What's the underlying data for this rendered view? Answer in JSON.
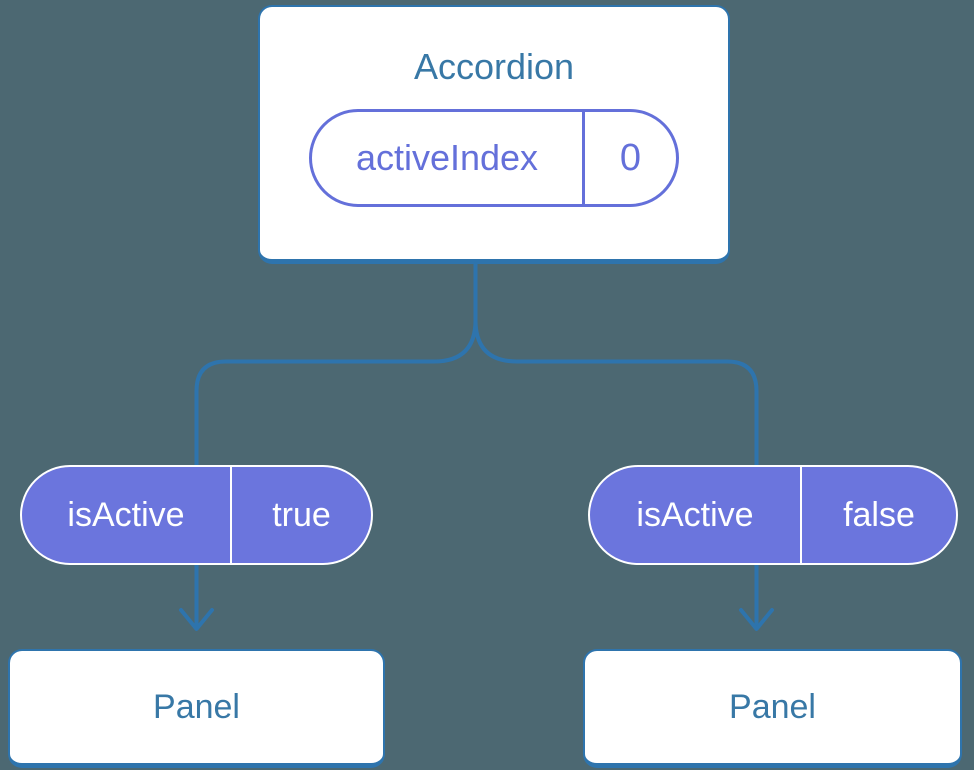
{
  "colors": {
    "bg": "#4C6872",
    "connector": "#2E74AD",
    "card-bg": "#FFFFFF",
    "card-border": "#2E74AD",
    "label-blue": "#3878A6",
    "state-purple": "#6470DA",
    "pill-purple": "#6B75DD",
    "pill-text": "#FFFFFF"
  },
  "tree": {
    "root": {
      "title": "Accordion",
      "state": {
        "name": "activeIndex",
        "value": "0"
      }
    },
    "children": [
      {
        "prop": {
          "name": "isActive",
          "value": "true"
        },
        "panel": {
          "title": "Panel"
        }
      },
      {
        "prop": {
          "name": "isActive",
          "value": "false"
        },
        "panel": {
          "title": "Panel"
        }
      }
    ]
  }
}
